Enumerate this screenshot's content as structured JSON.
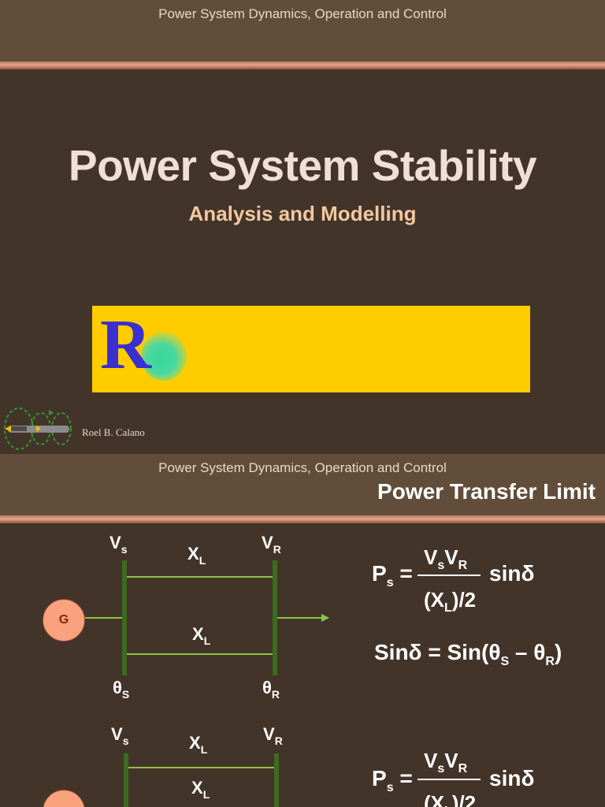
{
  "slide1": {
    "header": "Power System Dynamics, Operation and Control",
    "title": "Power System Stability",
    "subtitle": "Analysis and Modelling",
    "logo_text": "R",
    "author": "Roel B. Calano"
  },
  "slide2": {
    "header": "Power System Dynamics, Operation and Control",
    "title": "Power Transfer Limit",
    "generator_label": "G",
    "labels": {
      "vs": "V",
      "vs_sub": "s",
      "vr": "V",
      "vr_sub": "R",
      "xl": "X",
      "xl_sub": "L",
      "theta_s": "θ",
      "theta_s_sub": "S",
      "theta_r": "θ",
      "theta_r_sub": "R"
    },
    "eq1": {
      "lhs": "P",
      "lhs_sub": "s",
      "equals": "=",
      "num": "V",
      "num_sub1": "s",
      "num2": "V",
      "num_sub2": "R",
      "den": "(X",
      "den_sub": "L",
      "den_end": ")/2",
      "tail": "sinδ"
    },
    "eq2": {
      "text": "Sinδ = Sin(θ",
      "sub1": "S",
      "mid": " – θ",
      "sub2": "R",
      "end": ")"
    }
  },
  "colors": {
    "background": "#43342a",
    "header_bar": "#624d3a",
    "banner": "#ffcc00",
    "line_green": "#8bc34a",
    "bus_green": "#3d6b1f",
    "generator": "#f9a27d"
  }
}
